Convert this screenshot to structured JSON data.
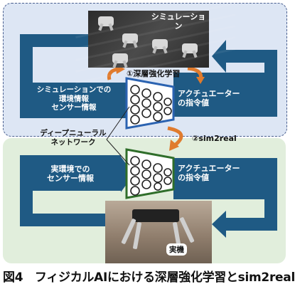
{
  "labels": {
    "sim_title": "シミュレーション",
    "rl_step": "①深層強化学習",
    "sim_sensor_l1": "シミュレーションでの",
    "sim_sensor_l2": "環境情報",
    "sim_sensor_l3": "センサー情報",
    "actuator_sim_l1": "アクチュエーター",
    "actuator_sim_l2": "の指令値",
    "dnn_l1": "ディープニューラル",
    "dnn_l2": "ネットワーク",
    "sim2real_step": "②sim2real",
    "real_sensor_l1": "実環境での",
    "real_sensor_l2": "センサー情報",
    "actuator_real_l1": "アクチュエーター",
    "actuator_real_l2": "の指令値",
    "real_title": "実機"
  },
  "caption": "図4　フィジカルAIにおける深層強化学習とsim2real",
  "colors": {
    "arrow_blue": "#1f5a84",
    "net_blue": "#2b63b1",
    "net_green": "#2f6e2a",
    "orange": "#e07b2d",
    "sim_panel": "#dde6f4",
    "real_panel": "#e1eedc"
  }
}
